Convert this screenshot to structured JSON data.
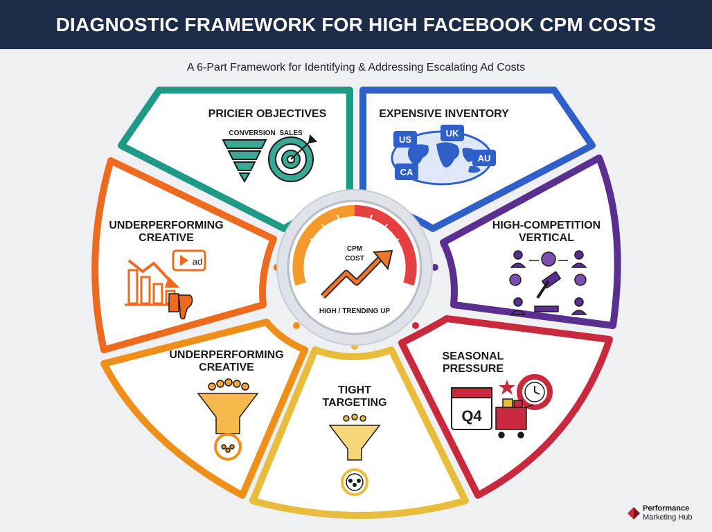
{
  "header": {
    "title": "DIAGNOSTIC FRAMEWORK FOR HIGH FACEBOOK CPM COSTS"
  },
  "subtitle": "A 6-Part Framework for Identifying & Addressing Escalating Ad Costs",
  "center": {
    "line1": "CPM",
    "line2": "COST",
    "status": "HIGH / TRENDING UP"
  },
  "segments": {
    "pricier": {
      "title": "PRICIER OBJECTIVES",
      "tag1": "CONVERSION",
      "tag2": "SALES",
      "color": "#1f9a86"
    },
    "inventory": {
      "title": "EXPENSIVE INVENTORY",
      "regions": [
        "US",
        "UK",
        "AU",
        "CA"
      ],
      "color": "#2f5fc8"
    },
    "competition": {
      "line1": "HIGH-COMPETITION",
      "line2": "VERTICAL",
      "color": "#5a2f8f"
    },
    "seasonal": {
      "line1": "SEASONAL",
      "line2": "PRESSURE",
      "badge": "Q4",
      "color": "#c8293d"
    },
    "targeting": {
      "line1": "TIGHT",
      "line2": "TARGETING",
      "color": "#e9bd3c"
    },
    "creative_bottom": {
      "line1": "UNDERPERFORMING",
      "line2": "CREATIVE",
      "color": "#ee8f1a"
    },
    "creative_top": {
      "line1": "UNDERPERFORMING",
      "line2": "CREATIVE",
      "ad_label": "ad",
      "color": "#ee6a1f"
    }
  },
  "brand": {
    "line1": "Performance",
    "line2": "Marketing Hub"
  }
}
